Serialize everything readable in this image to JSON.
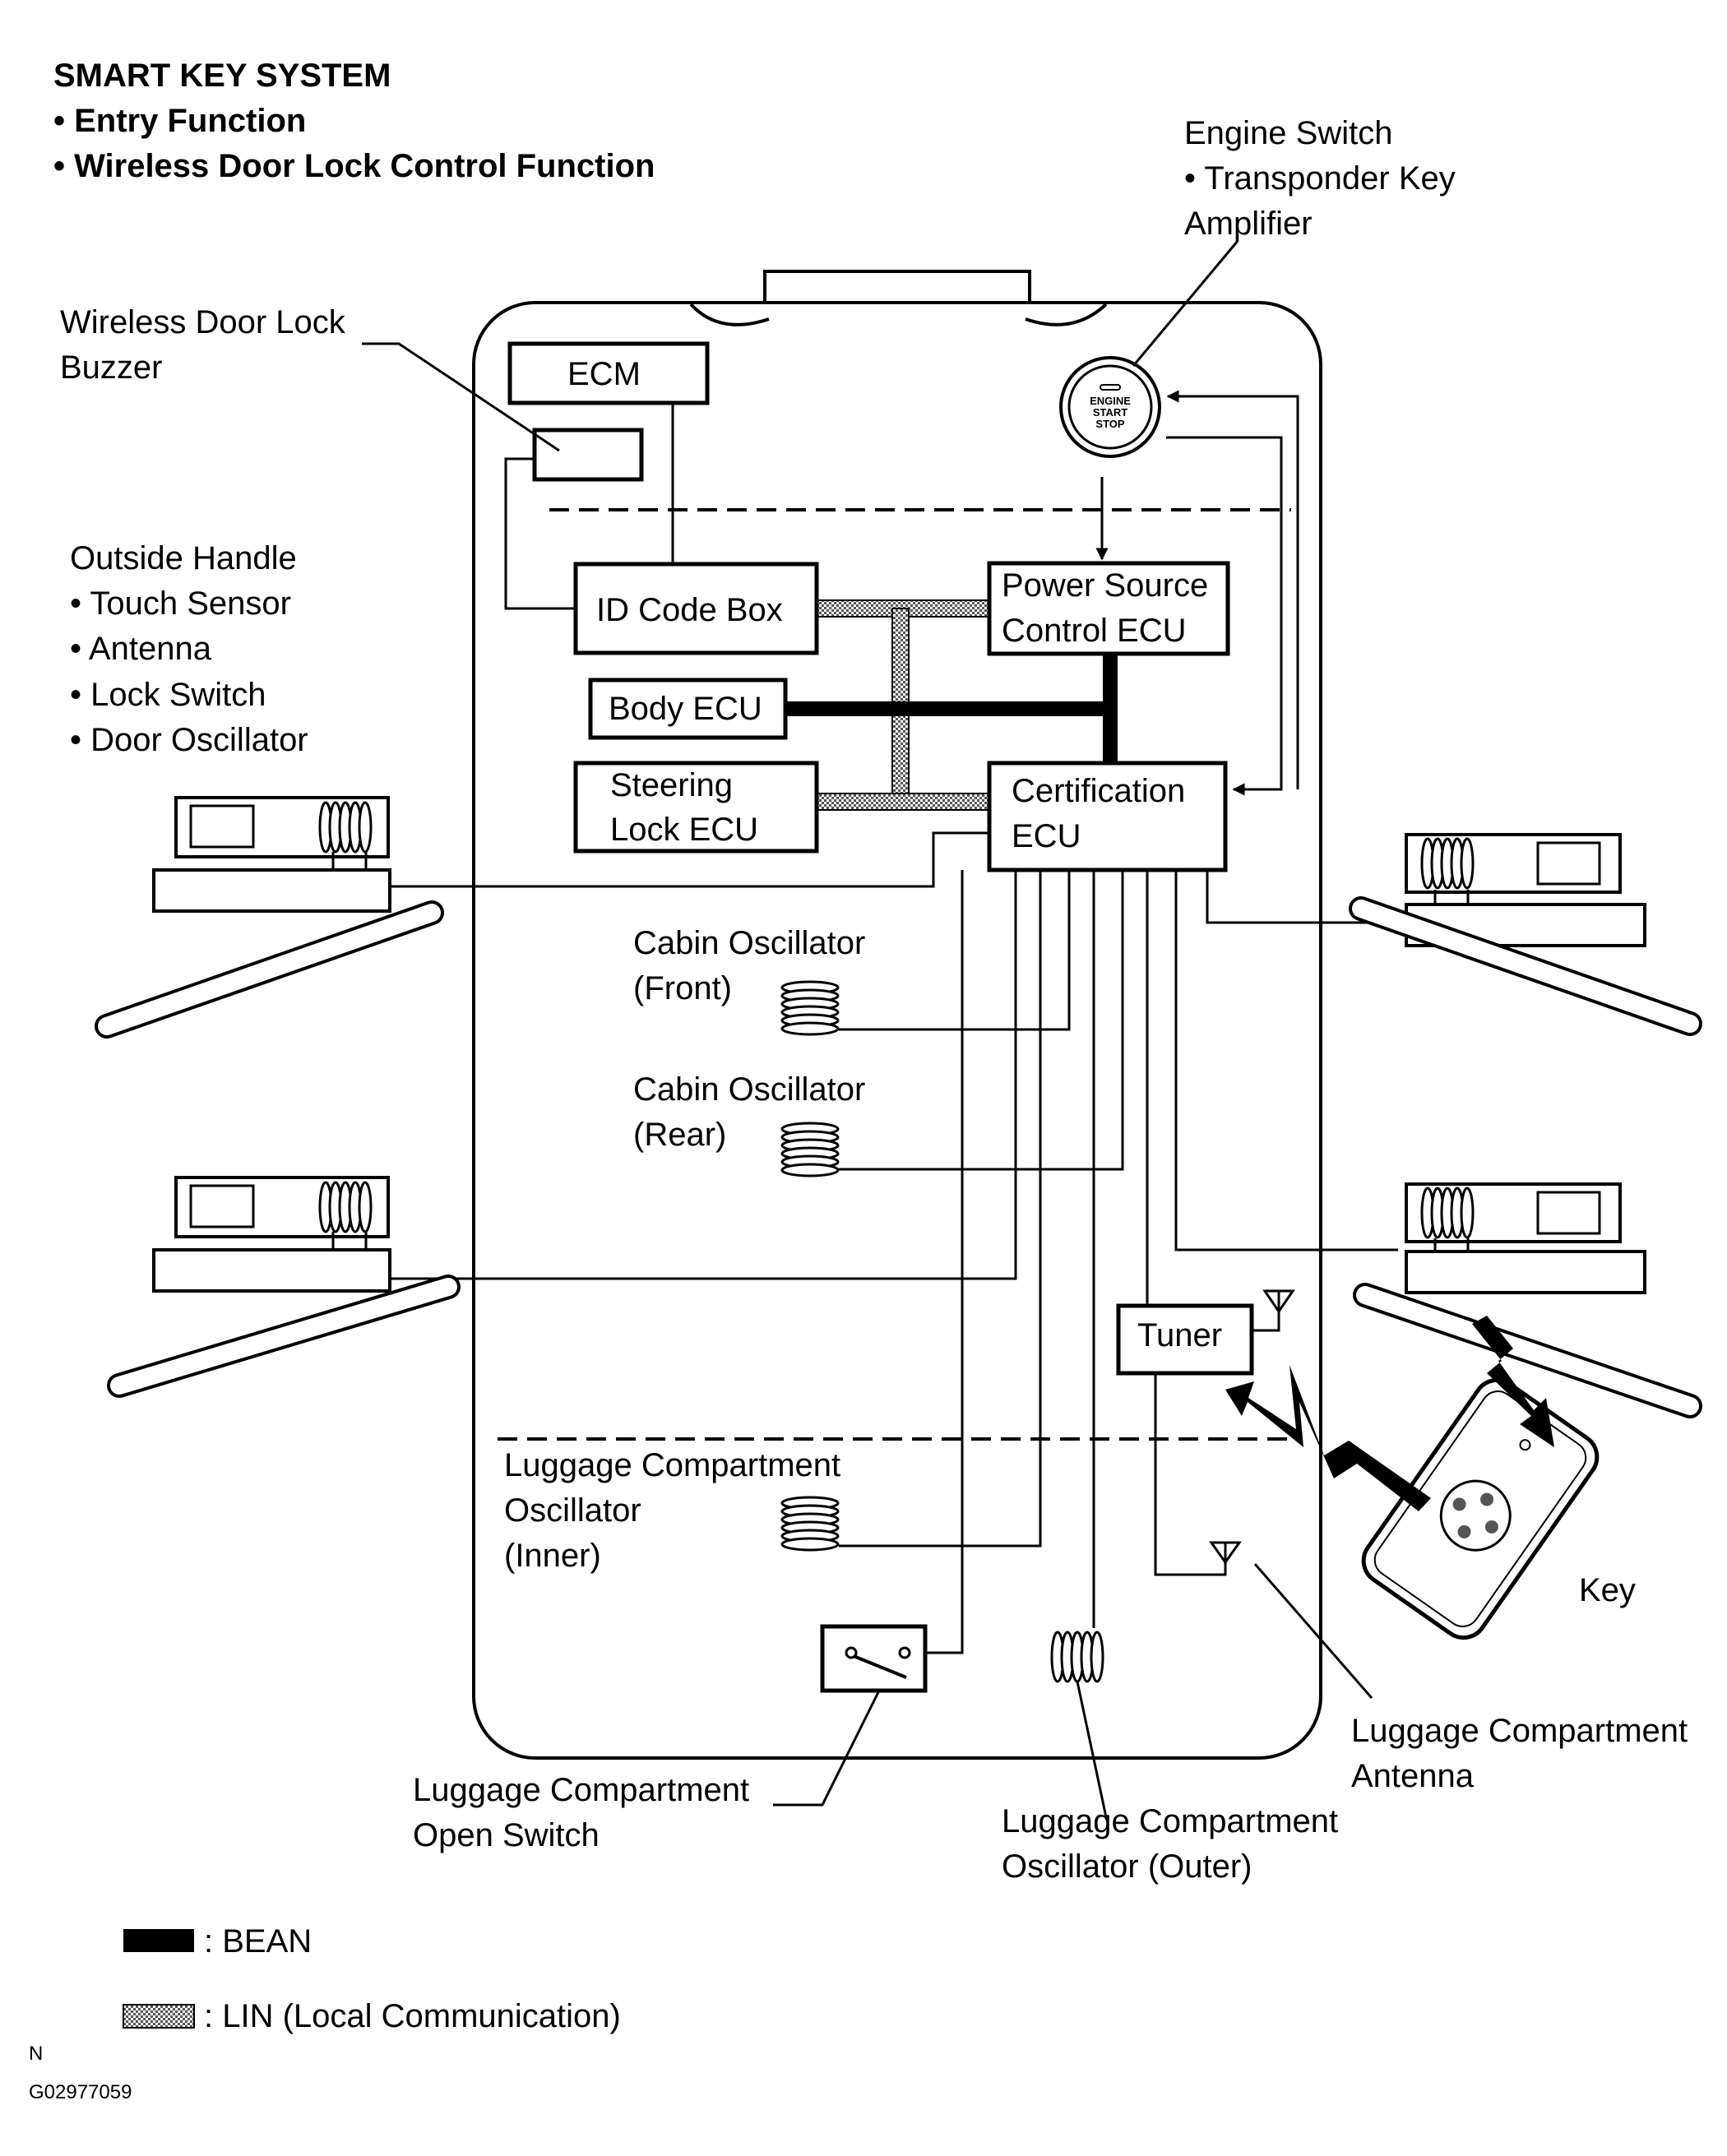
{
  "header": {
    "title": "SMART KEY SYSTEM",
    "bullet1": "• Entry Function",
    "bullet2": "• Wireless Door Lock Control Function"
  },
  "callouts": {
    "engine_switch": {
      "line1": "Engine Switch",
      "line2": "• Transponder Key",
      "line3": "Amplifier"
    },
    "buzzer": {
      "line1": "Wireless Door Lock",
      "line2": "Buzzer"
    },
    "outside_handle": {
      "line1": "Outside Handle",
      "line2": "• Touch Sensor",
      "line3": "• Antenna",
      "line4": "• Lock Switch",
      "line5": "• Door Oscillator"
    },
    "cabin_front": {
      "line1": "Cabin Oscillator",
      "line2": "(Front)"
    },
    "cabin_rear": {
      "line1": "Cabin Oscillator",
      "line2": "(Rear)"
    },
    "luggage_inner": {
      "line1": "Luggage Compartment",
      "line2": "Oscillator",
      "line3": "(Inner)"
    },
    "luggage_switch": {
      "line1": "Luggage Compartment",
      "line2": "Open Switch"
    },
    "luggage_outer": {
      "line1": "Luggage Compartment",
      "line2": "Oscillator (Outer)"
    },
    "luggage_antenna": {
      "line1": "Luggage Compartment",
      "line2": "Antenna"
    },
    "key": "Key"
  },
  "components": {
    "ecm": "ECM",
    "id_code_box": "ID Code Box",
    "power_source": {
      "line1": "Power Source",
      "line2": "Control ECU"
    },
    "body_ecu": "Body ECU",
    "steering_lock": {
      "line1": "Steering",
      "line2": "Lock ECU"
    },
    "certification": {
      "line1": "Certification",
      "line2": "ECU"
    },
    "tuner": "Tuner",
    "engine_button": {
      "line1": "ENGINE",
      "line2": "START",
      "line3": "STOP"
    }
  },
  "legend": {
    "bean": ":  BEAN",
    "lin": ":  LIN (Local Communication)"
  },
  "footer": {
    "mark": "N",
    "code": "G02977059"
  },
  "colors": {
    "line": "#000000",
    "background": "#ffffff"
  }
}
